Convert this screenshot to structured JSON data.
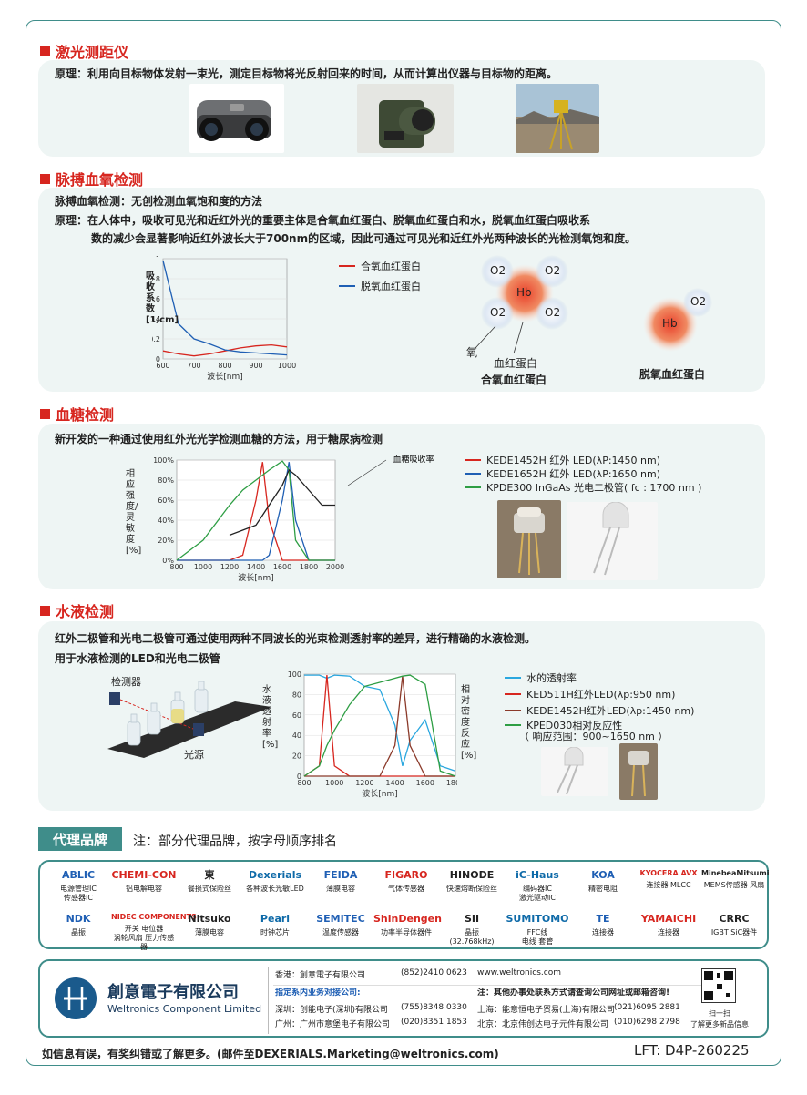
{
  "sections": {
    "laser": {
      "title": "激光测距仪",
      "principle": "原理：利用向目标物体发射一束光，测定目标物将光反射回来的时间，从而计算出仪器与目标物的距离。"
    },
    "spo2": {
      "title": "脉搏血氧检测",
      "line1": "脉搏血氧检测：无创检测血氧饱和度的方法",
      "line2": "原理：在人体中，吸收可见光和近红外光的重要主体是合氧血红蛋白、脱氧血红蛋白和水，脱氧血红蛋白吸收系",
      "line3": "数的减少会显著影响近红外波长大于700nm的区域，因此可通过可见光和近红外光两种波长的光检测氧饱和度。",
      "chart_ylabel": "吸收系数[1/cm]",
      "chart_xlabel": "波长[nm]",
      "legend_oxy": "合氧血红蛋白",
      "legend_deoxy": "脱氧血红蛋白",
      "o2": "O2",
      "hb": "Hb",
      "label_oxygen": "氧",
      "label_hemoglobin": "血红蛋白",
      "caption_oxy": "合氧血红蛋白",
      "caption_deoxy": "脱氧血红蛋白"
    },
    "glucose": {
      "title": "血糖检测",
      "desc": "新开发的一种通过使用红外光光学检测血糖的方法，用于糖尿病检测",
      "chart_ylabel": "相应强度/灵敏度[%]",
      "chart_xlabel": "波长[nm]",
      "annotation": "血糖吸收率",
      "legend": [
        {
          "label": "KEDE1452H  红外 LED(λP:1450 nm)",
          "color": "#d7261f"
        },
        {
          "label": "KEDE1652H  红外 LED(λP:1650 nm)",
          "color": "#1f5fb4"
        },
        {
          "label": "KPDE300 InGaAs  光电二极管( fc : 1700 nm )",
          "color": "#2e9e44"
        }
      ]
    },
    "water": {
      "title": "水液检测",
      "desc": "红外二极管和光电二极管可通过使用两种不同波长的光束检测透射率的差异，进行精确的水液检测。",
      "sub": "用于水液检测的LED和光电二极管",
      "detector": "检测器",
      "light_source": "光源",
      "chart_ylabel_left": "水液透射率[%]",
      "chart_ylabel_right": "相对密度反应[%]",
      "chart_xlabel": "波长[nm]",
      "legend": [
        {
          "label": "水的透射率",
          "color": "#2aa7df"
        },
        {
          "label": "KED511H红外LED(λp:950 nm)",
          "color": "#d7261f"
        },
        {
          "label": "KEDE1452H红外LED(λp:1450 nm)",
          "color": "#8b3a2a"
        },
        {
          "label": "KPED030相对反应性",
          "color": "#2e9e44"
        }
      ],
      "legend_range": "（ 响应范围：900~1650 nm ）"
    }
  },
  "chart_data": [
    {
      "type": "line",
      "x": [
        600,
        650,
        700,
        750,
        800,
        850,
        900,
        950,
        1000
      ],
      "series": [
        {
          "name": "合氧血红蛋白",
          "values": [
            0.08,
            0.05,
            0.03,
            0.05,
            0.08,
            0.11,
            0.13,
            0.14,
            0.12
          ],
          "color": "#d7261f"
        },
        {
          "name": "脱氧血红蛋白",
          "values": [
            0.98,
            0.35,
            0.2,
            0.15,
            0.09,
            0.07,
            0.06,
            0.05,
            0.04
          ],
          "color": "#1f5fb4"
        }
      ],
      "xlim": [
        600,
        1000
      ],
      "ylim": [
        0,
        1
      ],
      "xticks": [
        600,
        700,
        800,
        900,
        1000
      ],
      "yticks": [
        0,
        0.2,
        0.4,
        0.6,
        0.8,
        1
      ]
    },
    {
      "type": "line",
      "x": [
        800,
        1000,
        1200,
        1300,
        1400,
        1450,
        1500,
        1600,
        1650,
        1700,
        1800,
        1900,
        2000
      ],
      "series": [
        {
          "name": "KEDE1452H",
          "values": [
            0,
            0,
            0,
            5,
            60,
            98,
            40,
            0,
            0,
            0,
            0,
            0,
            0
          ],
          "color": "#d7261f"
        },
        {
          "name": "KEDE1652H",
          "values": [
            0,
            0,
            0,
            0,
            0,
            0,
            5,
            60,
            98,
            40,
            0,
            0,
            0
          ],
          "color": "#1f5fb4"
        },
        {
          "name": "KPDE300",
          "values": [
            0,
            20,
            55,
            70,
            80,
            85,
            90,
            99,
            90,
            20,
            0,
            0,
            0
          ],
          "color": "#2e9e44"
        },
        {
          "name": "血糖吸收率",
          "values": [
            null,
            null,
            25,
            30,
            35,
            45,
            55,
            75,
            90,
            85,
            70,
            55,
            55
          ],
          "color": "#222222"
        }
      ],
      "xlim": [
        800,
        2000
      ],
      "ylim": [
        0,
        100
      ],
      "xticks": [
        800,
        1000,
        1200,
        1400,
        1600,
        1800,
        2000
      ],
      "yticks": [
        0,
        20,
        40,
        60,
        80,
        100
      ]
    },
    {
      "type": "line",
      "x": [
        800,
        900,
        950,
        1000,
        1100,
        1200,
        1300,
        1400,
        1450,
        1500,
        1600,
        1700,
        1800
      ],
      "series": [
        {
          "name": "水的透射率",
          "values": [
            99,
            99,
            96,
            99,
            98,
            88,
            85,
            50,
            10,
            35,
            55,
            10,
            5
          ],
          "color": "#2aa7df"
        },
        {
          "name": "KED511H",
          "values": [
            0,
            10,
            99,
            10,
            0,
            0,
            0,
            0,
            0,
            0,
            0,
            0,
            0
          ],
          "color": "#d7261f"
        },
        {
          "name": "KEDE1452H",
          "values": [
            0,
            0,
            0,
            0,
            0,
            0,
            0,
            30,
            98,
            30,
            0,
            0,
            0
          ],
          "color": "#8b3a2a"
        },
        {
          "name": "KPED030",
          "values": [
            0,
            10,
            30,
            45,
            70,
            88,
            92,
            96,
            98,
            99,
            90,
            5,
            0
          ],
          "color": "#2e9e44"
        }
      ],
      "xlim": [
        800,
        1800
      ],
      "ylim": [
        0,
        100
      ],
      "xticks": [
        800,
        1000,
        1200,
        1400,
        1600,
        1800
      ],
      "yticks": [
        0,
        20,
        40,
        60,
        80,
        100
      ]
    }
  ],
  "brands": {
    "title": "代理品牌",
    "note": "注：部分代理品牌，按字母顺序排名",
    "row1": [
      {
        "logo": "ABLIC",
        "desc": "电源管理IC\n传感器IC"
      },
      {
        "logo": "CHEMI-CON",
        "desc": "铝电解电容"
      },
      {
        "logo": "東",
        "desc": "餐损式保险丝"
      },
      {
        "logo": "Dexerials",
        "desc": "各种波长光敏LED"
      },
      {
        "logo": "FEIDA",
        "desc": "薄膜电容"
      },
      {
        "logo": "FIGARO",
        "desc": "气体传感器"
      },
      {
        "logo": "HINODE",
        "desc": "快速熔断保险丝"
      },
      {
        "logo": "iC-Haus",
        "desc": "编码器IC\n激光驱动IC"
      },
      {
        "logo": "KOA",
        "desc": "精密电阻"
      },
      {
        "logo": "KYOCERA AVX",
        "desc": "连接器 MLCC"
      },
      {
        "logo": "MinebeaMitsumi",
        "desc": "MEMS传感器 风扇"
      }
    ],
    "row2": [
      {
        "logo": "NDK",
        "desc": "晶振"
      },
      {
        "logo": "NIDEC COMPONENTS",
        "desc": "开关 电位器\n涡轮风扇 压力传感器"
      },
      {
        "logo": "Nitsuko",
        "desc": "薄膜电容"
      },
      {
        "logo": "Pearl",
        "desc": "时钟芯片"
      },
      {
        "logo": "SEMITEC",
        "desc": "温度传感器"
      },
      {
        "logo": "ShinDengen",
        "desc": "功率半导体器件"
      },
      {
        "logo": "SII",
        "desc": "晶振\n(32.768kHz)"
      },
      {
        "logo": "SUMITOMO",
        "desc": "FFC线\n电线 套管"
      },
      {
        "logo": "TE",
        "desc": "连接器"
      },
      {
        "logo": "YAMAICHI",
        "desc": "连接器"
      },
      {
        "logo": "CRRC",
        "desc": "IGBT SiC器件"
      }
    ]
  },
  "contact": {
    "company_cn": "創意電子有限公司",
    "company_en": "Weltronics Component Limited",
    "hk": "香港：創意電子有限公司",
    "hk_tel": "(852)2410 0623",
    "web": "www.weltronics.com",
    "channel": "指定系内业务对接公司:",
    "note": "注：其他办事处联系方式请查询公司网址或邮箱咨询!",
    "rows": [
      {
        "left": "深圳：创能电子(深圳)有限公司",
        "left_tel": "(755)8348 0330",
        "right": "上海：能意恒电子贸易(上海)有限公司",
        "right_tel": "(021)6095 2881"
      },
      {
        "left": "广州：广州市意堡电子有限公司",
        "left_tel": "(020)8351 1853",
        "right": "北京：北京伟创达电子元件有限公司",
        "right_tel": "(010)6298 2798"
      }
    ],
    "qr_caption1": "扫一扫",
    "qr_caption2": "了解更多新品信息"
  },
  "footer": {
    "left": "如信息有误，有奖纠错或了解更多。(邮件至DEXERIALS.Marketing@weltronics.com)",
    "code": "LFT: D4P-260225"
  }
}
